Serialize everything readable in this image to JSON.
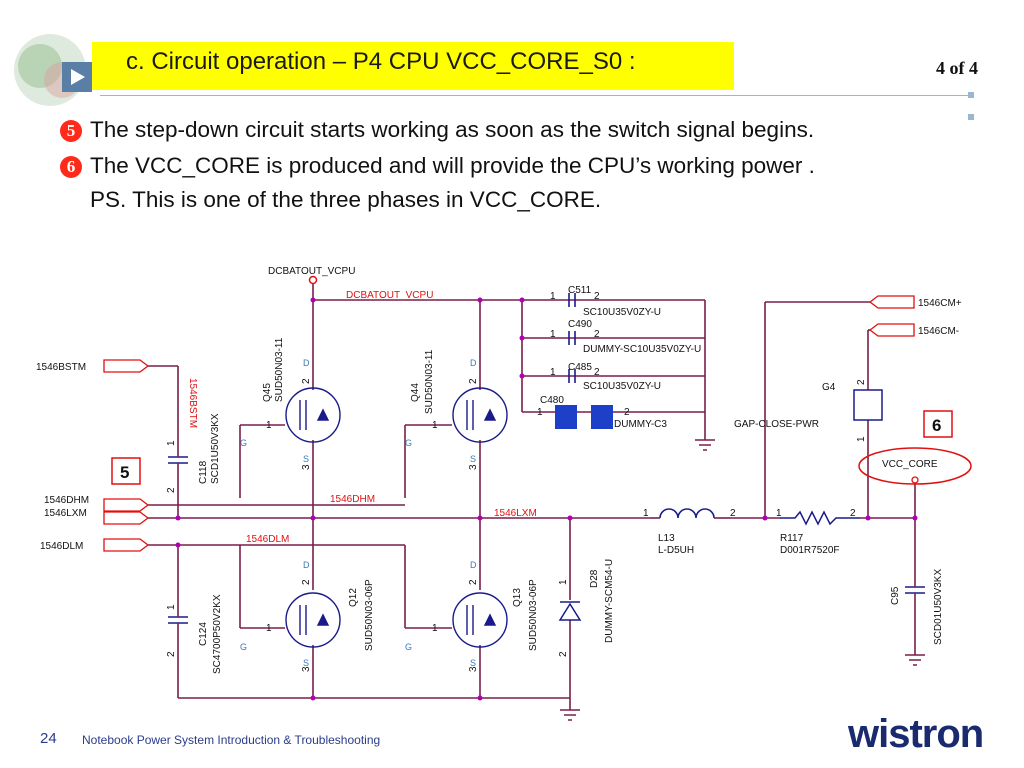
{
  "slide": {
    "title": "c. Circuit operation – P4 CPU VCC_CORE_S0 :",
    "page_indicator": "4 of 4",
    "lines": [
      {
        "marker": "5",
        "text": "The step-down circuit starts working as soon as the switch signal begins."
      },
      {
        "marker": "6",
        "text": "The VCC_CORE is produced and will provide the CPU’s working power ."
      },
      {
        "marker": "",
        "text": "PS. This is one of the three phases in VCC_CORE."
      }
    ]
  },
  "schematic": {
    "net_top": "DCBATOUT_VCPU",
    "net_top_red": "DCBATOUT_VCPU",
    "ports": {
      "bstm": "1546BSTM",
      "dhm": "1546DHM",
      "lxm": "1546LXM",
      "dlm": "1546DLM",
      "cm_plus": "1546CM+",
      "cm_minus": "1546CM-"
    },
    "red_nets": {
      "bstm": "1546BSTM",
      "dhm": "1546DHM",
      "lxm": "1546LXM",
      "dlm": "1546DLM"
    },
    "caps": {
      "c511": {
        "ref": "C511",
        "value": "SC10U35V0ZY-U"
      },
      "c490": {
        "ref": "C490",
        "value": "DUMMY-SC10U35V0ZY-U"
      },
      "c485": {
        "ref": "C485",
        "value": "SC10U35V0ZY-U"
      },
      "c480": {
        "ref": "C480",
        "value": "DUMMY-C3"
      },
      "c118": {
        "ref": "C118",
        "value": "SCD1U50V3KX"
      },
      "c124": {
        "ref": "C124",
        "value": "SC4700P50V2KX"
      },
      "c95": {
        "ref": "C95",
        "value": "SCD01U50V3KX"
      }
    },
    "fets": {
      "q45": {
        "ref": "Q45",
        "value": "SUD50N03-11"
      },
      "q44": {
        "ref": "Q44",
        "value": "SUD50N03-11"
      },
      "q12": {
        "ref": "Q12",
        "value": "SUD50N03-06P"
      },
      "q13": {
        "ref": "Q13",
        "value": "SUD50N03-06P"
      }
    },
    "inductor": {
      "ref": "L13",
      "value": "L-D5UH"
    },
    "resistor": {
      "ref": "R117",
      "value": "D001R7520F"
    },
    "diode": {
      "ref": "D28",
      "value": "DUMMY-SCM54-U"
    },
    "gap": {
      "ref": "G4",
      "value": "GAP-CLOSE-PWR"
    },
    "vcc_core": "VCC_CORE",
    "pin": {
      "one": "1",
      "two": "2",
      "three": "3",
      "g": "G",
      "d": "D",
      "s": "S"
    },
    "markers": {
      "five": "5",
      "six": "6"
    }
  },
  "footer": {
    "page_number": "24",
    "text": "Notebook Power System Introduction & Troubleshooting",
    "logo": "wistron"
  },
  "colors": {
    "title_bar": "#ffff00",
    "wire": "#7a1f4a",
    "red_label": "#e01010",
    "bullet": "#ff2a1a",
    "cap_fill": "#1e40c8",
    "logo": "#1a2a6e",
    "logo_accent": "#2e9a3a"
  }
}
